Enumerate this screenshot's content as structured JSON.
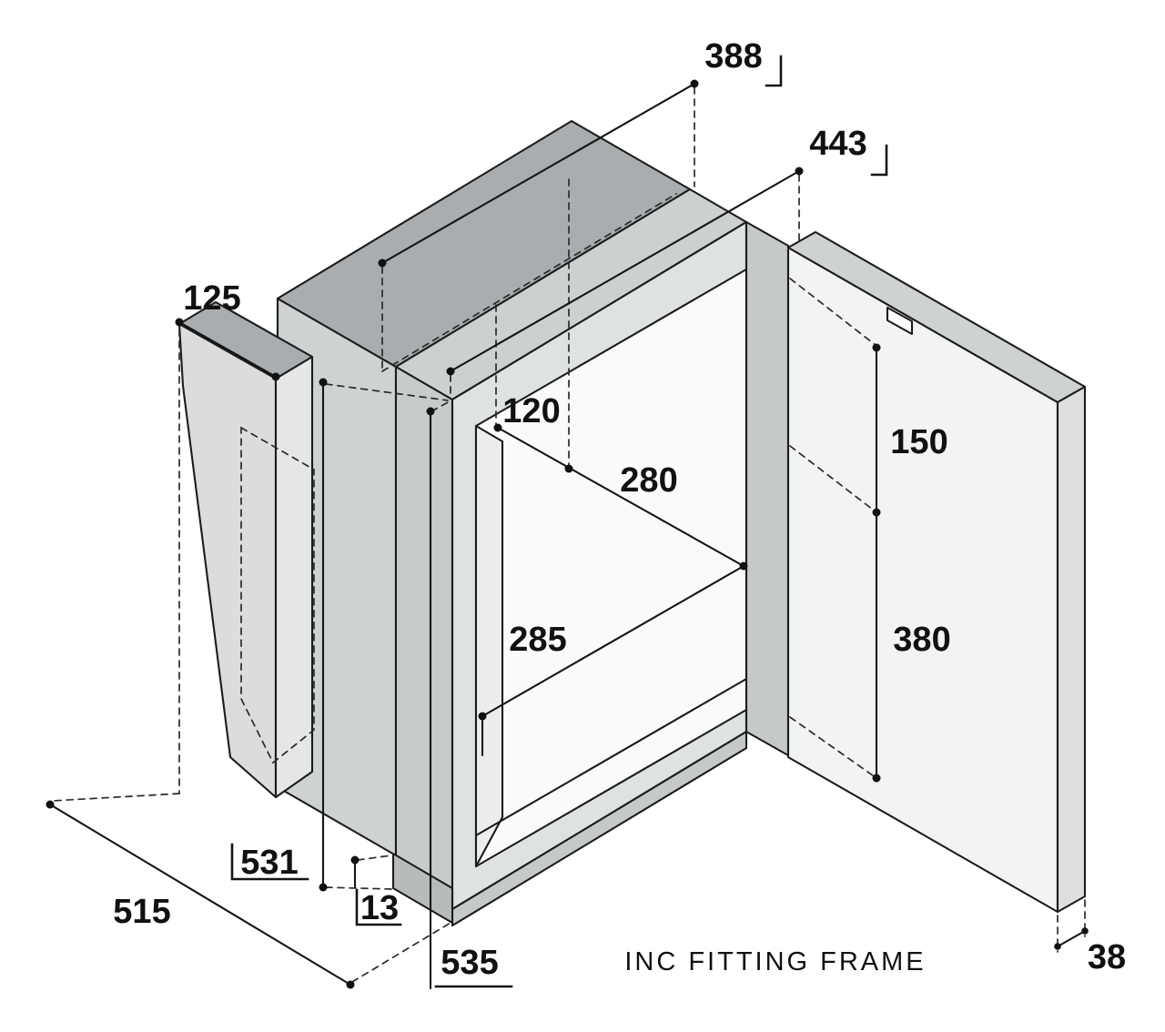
{
  "diagram": {
    "caption": "INC FITTING FRAME",
    "dimensions": {
      "opening_width": "388",
      "frame_width": "443",
      "back_offset": "125",
      "recess_depth": "120",
      "inner_width": "280",
      "inner_depth": "285",
      "upper_height": "150",
      "lower_height": "380",
      "body_height": "531",
      "frame_offset": "13",
      "overall_depth": "515",
      "overall_height": "535",
      "door_thickness": "38"
    },
    "colors": {
      "line": "#1c1c1c",
      "top_dark": "#a9adaf",
      "top_light": "#cdd0d1",
      "front_face": "#dfe2e3",
      "interior": "#fafafa",
      "background": "#ffffff"
    }
  }
}
